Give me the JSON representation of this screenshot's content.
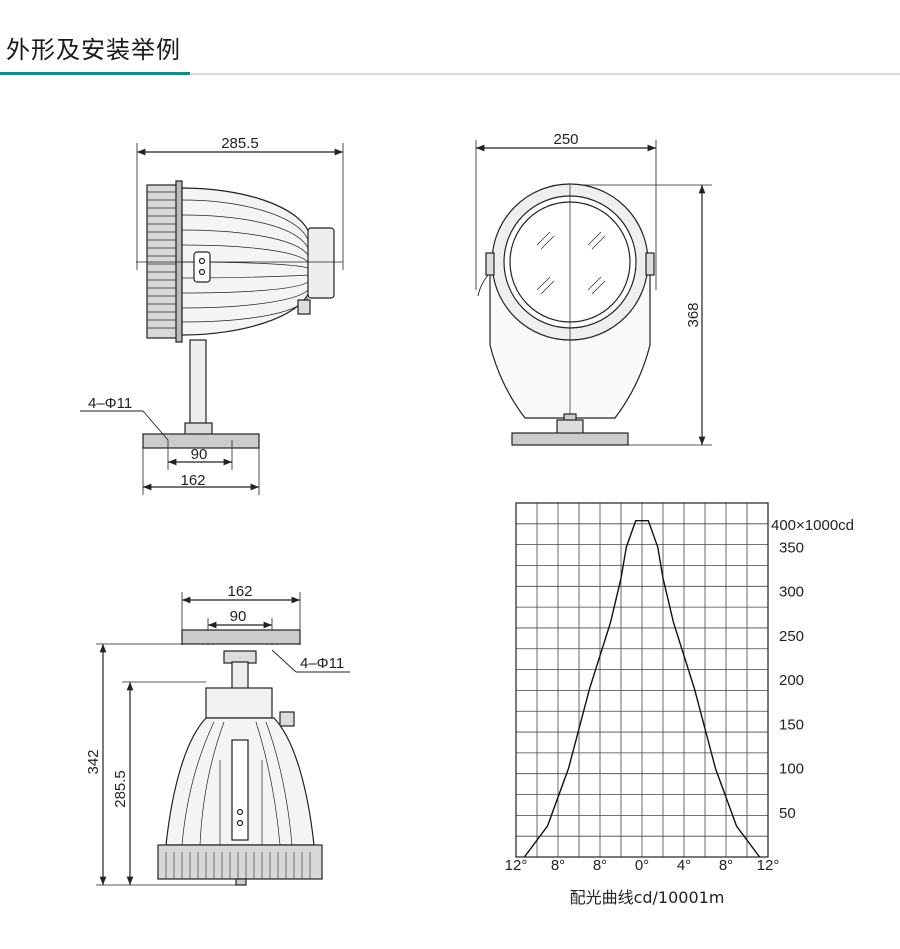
{
  "header": {
    "title": "外形及安装举例"
  },
  "side_view": {
    "width_label": "285.5",
    "mount_holes_label": "4–Φ11",
    "inner_span_label": "90",
    "base_width_label": "162"
  },
  "front_view": {
    "width_label": "250",
    "height_label": "368"
  },
  "pendant_view": {
    "base_width_label": "162",
    "inner_span_label": "90",
    "mount_holes_label": "4–Φ11",
    "total_height_label": "342",
    "body_height_label": "285.5"
  },
  "chart_data": {
    "type": "line",
    "title": "",
    "xlabel": "配光曲线cd/10001m",
    "ylabel": "",
    "unit_label": "400×1000cd",
    "x_tick_labels": [
      "12°",
      "8°",
      "8°",
      "0°",
      "4°",
      "8°",
      "12°"
    ],
    "y_tick_labels": [
      "350",
      "300",
      "250",
      "200",
      "150",
      "100",
      "50"
    ],
    "xlim": [
      -12,
      12
    ],
    "ylim": [
      0,
      400
    ],
    "grid": true,
    "series": [
      {
        "x": [
          -11.2,
          -9,
          -7,
          -5,
          -3,
          -2,
          -1.5,
          -0.6,
          0,
          0.6,
          1.5,
          2,
          3,
          5,
          7,
          9,
          11.2
        ],
        "values": [
          0,
          35,
          100,
          190,
          265,
          315,
          350,
          380,
          380,
          380,
          350,
          315,
          265,
          190,
          100,
          35,
          0
        ]
      }
    ]
  }
}
